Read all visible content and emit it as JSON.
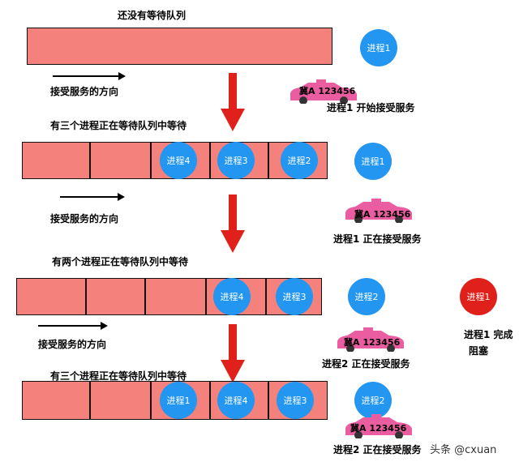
{
  "labels": {
    "no_queue": "还没有等待队列",
    "direction": "接受服务的方向",
    "three_waiting": "有三个进程正在等待队列中等待",
    "two_waiting": "有两个进程正在等待队列中等待"
  },
  "processes": {
    "p1": "进程1",
    "p2": "进程2",
    "p3": "进程3",
    "p4": "进程4"
  },
  "car_plate": "冀A 123456",
  "status": {
    "p1_start": "进程1 开始接受服务",
    "p1_serving": "进程1 正在接受服务",
    "p2_serving": "进程2 正在接受服务",
    "p1_done_line1": "进程1 完成",
    "p1_done_line2": "阻塞"
  },
  "watermark": "头条 @cxuan",
  "colors": {
    "queue_fill": "#f4817c",
    "process_blue": "#2396f1",
    "process_red": "#e0211b",
    "arrow_red": "#e0211b",
    "car_pink": "#ea5ea1"
  }
}
